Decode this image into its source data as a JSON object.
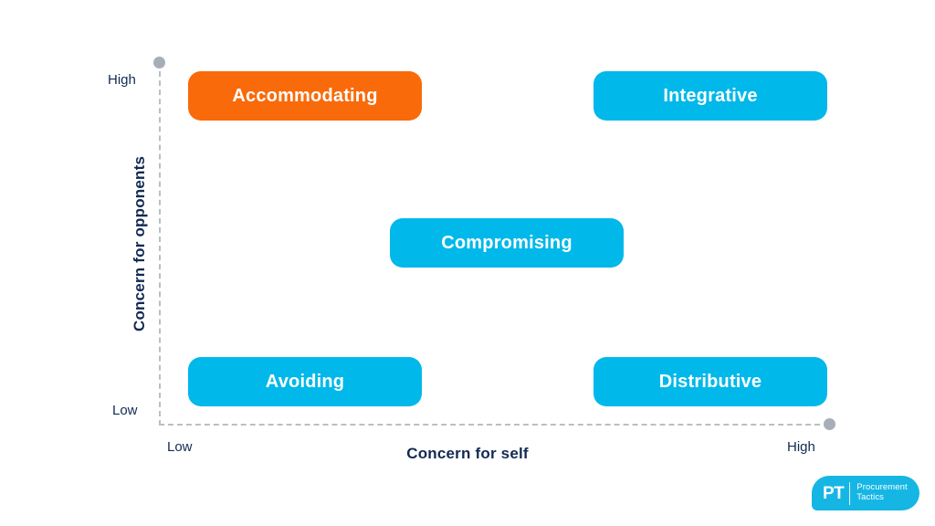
{
  "chart_data": {
    "type": "scatter",
    "title": "",
    "xlabel": "Concern for self",
    "ylabel": "Concern for opponents",
    "x_ticks": [
      "Low",
      "High"
    ],
    "y_ticks": [
      "High",
      "Low"
    ],
    "xlim": [
      "Low",
      "High"
    ],
    "ylim": [
      "Low",
      "High"
    ],
    "grid": false,
    "legend": "none",
    "axis_style": "dashed",
    "axis_color": "#b9bec6",
    "label_color": "#132a52",
    "items": [
      {
        "label": "Accommodating",
        "x": "Low",
        "y": "High",
        "color": "#f96a0a"
      },
      {
        "label": "Integrative",
        "x": "High",
        "y": "High",
        "color": "#00b8ea"
      },
      {
        "label": "Compromising",
        "x": "Medium",
        "y": "Medium",
        "color": "#00b8ea"
      },
      {
        "label": "Avoiding",
        "x": "Low",
        "y": "Low",
        "color": "#00b8ea"
      },
      {
        "label": "Distributive",
        "x": "High",
        "y": "Low",
        "color": "#00b8ea"
      }
    ]
  },
  "axes": {
    "y_title": "Concern for opponents",
    "x_title": "Concern for self",
    "y_high": "High",
    "y_low": "Low",
    "x_low": "Low",
    "x_high": "High"
  },
  "boxes": {
    "accommodating": "Accommodating",
    "integrative": "Integrative",
    "compromising": "Compromising",
    "avoiding": "Avoiding",
    "distributive": "Distributive"
  },
  "logo": {
    "mark": "PT",
    "line1": "Procurement",
    "line2": "Tactics",
    "color": "#15b6e4"
  },
  "colors": {
    "accent_orange": "#f96a0a",
    "accent_cyan": "#00b8ea",
    "text_navy": "#132a52",
    "axis_gray": "#b9bec6",
    "dot_gray": "#a8aeb8"
  }
}
